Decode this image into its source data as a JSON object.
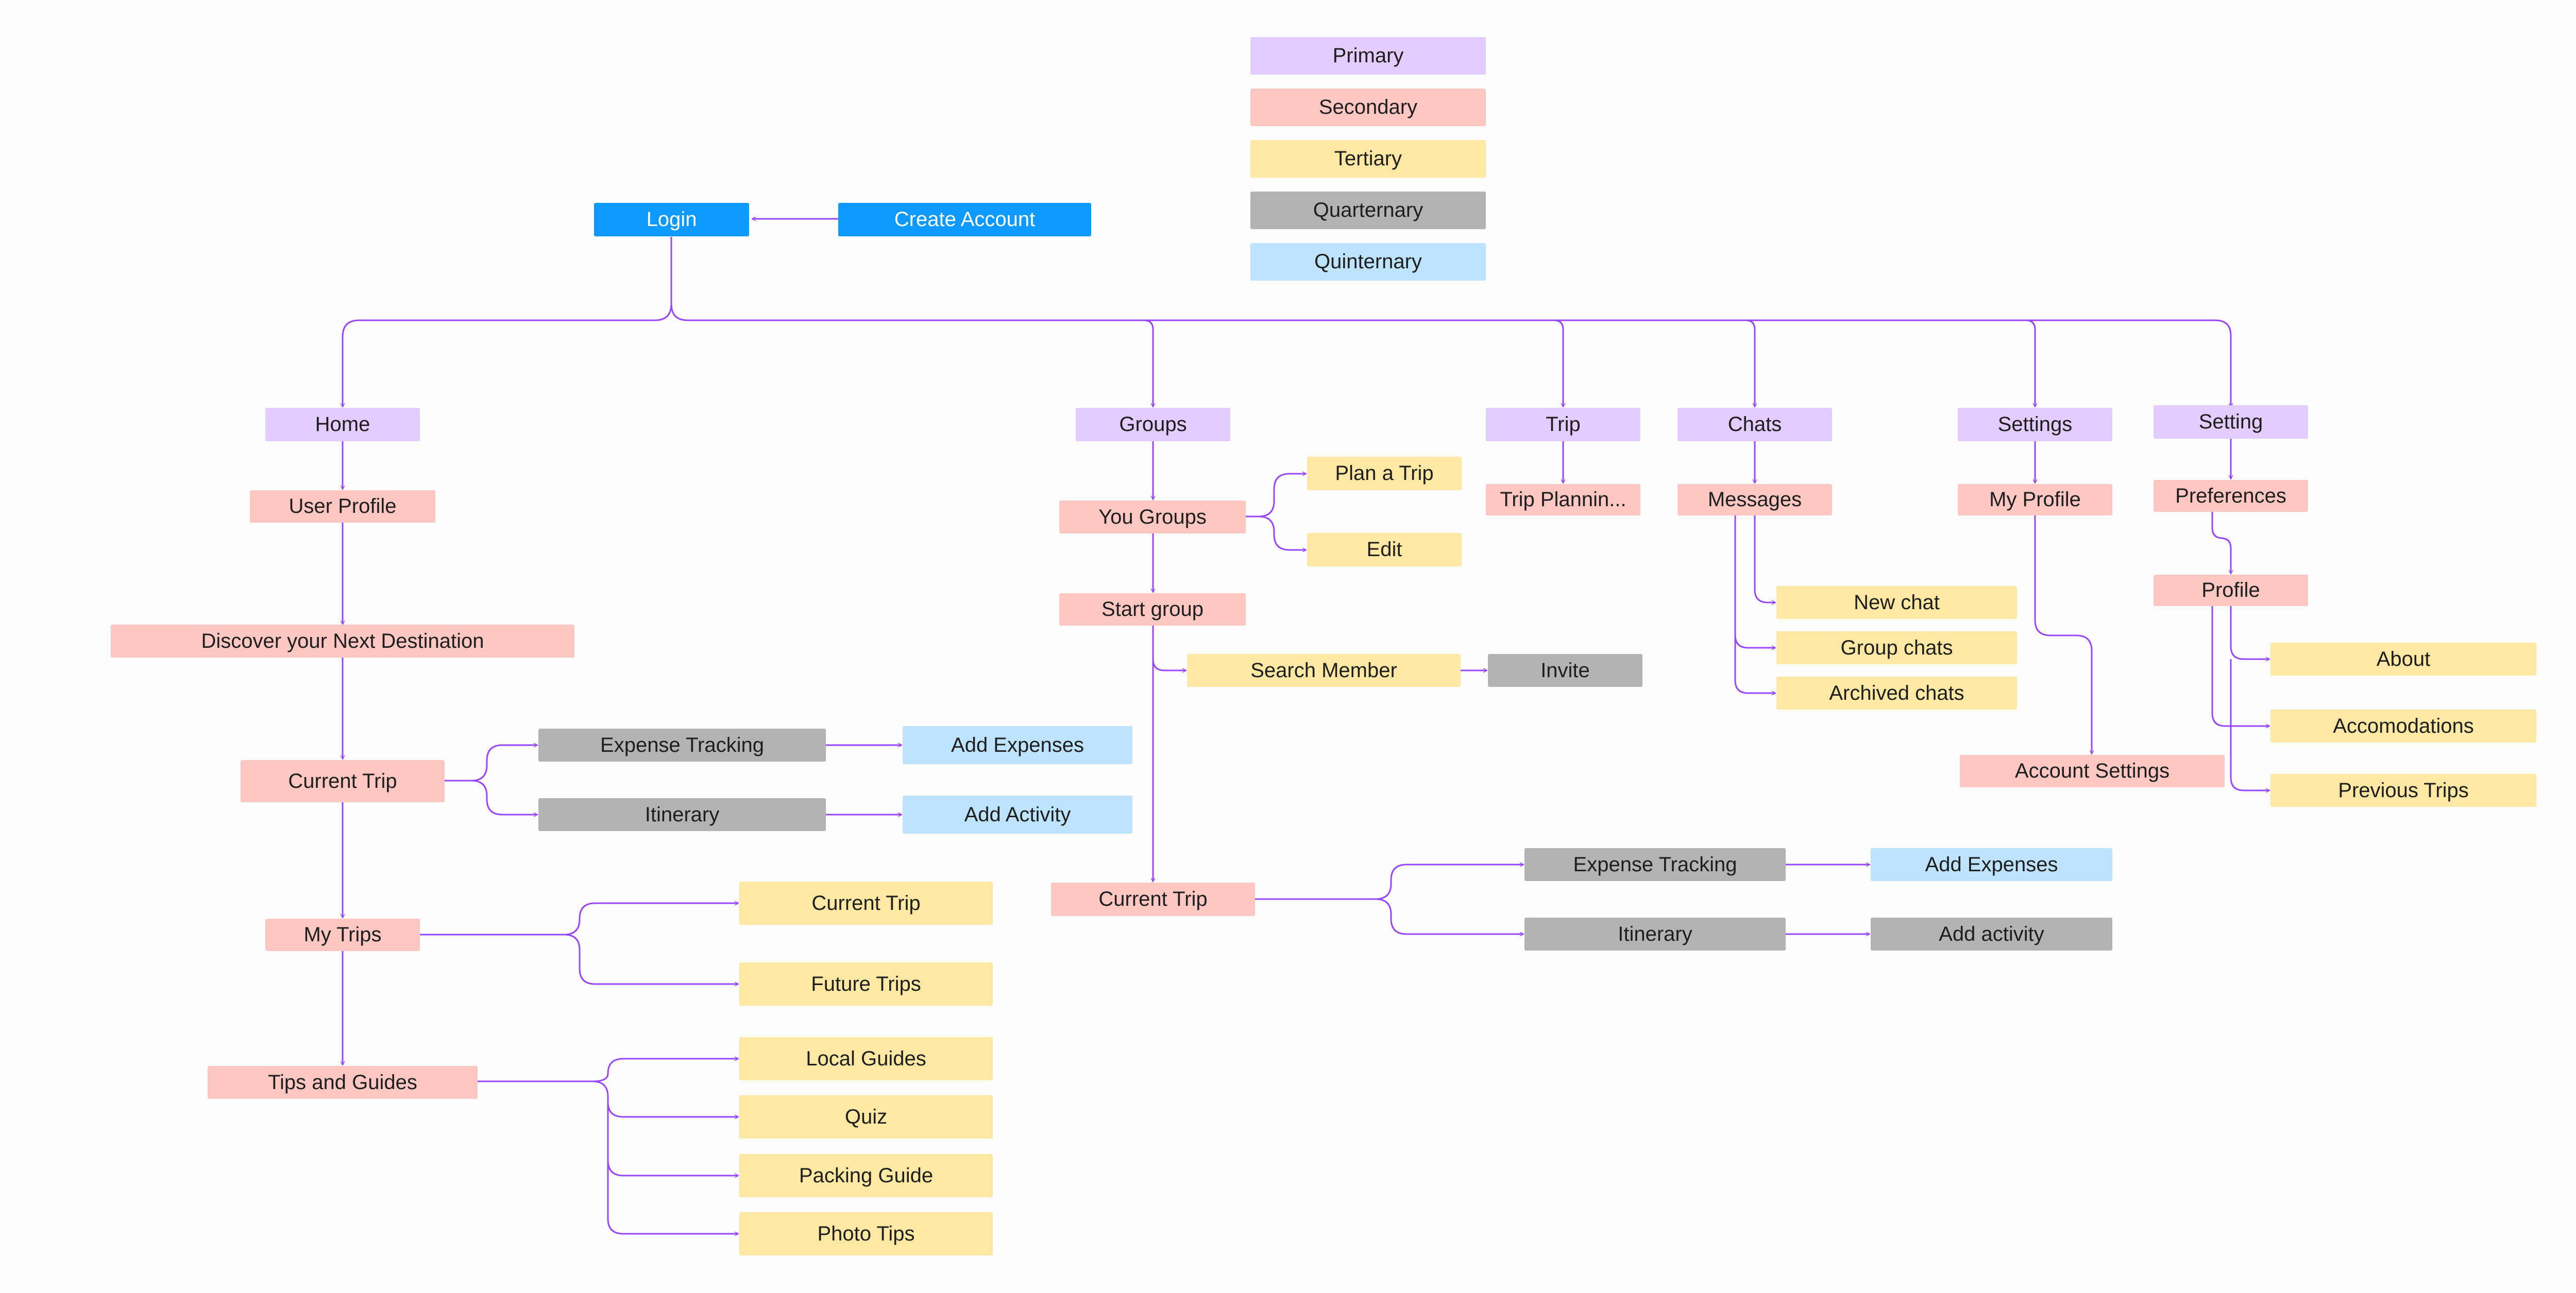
{
  "colors": {
    "primary": "#e3ccff",
    "secondary": "#ffc7c2",
    "tertiary": "#ffe8a3",
    "quaternary": "#b3b3b3",
    "quinary": "#bde3ff",
    "auth": "#0d99ff",
    "connector": "#9747ff"
  },
  "legend": {
    "primary": "Primary",
    "secondary": "Secondary",
    "tertiary": "Tertiary",
    "quaternary": "Quarternary",
    "quinary": "Quinternary"
  },
  "auth": {
    "login": "Login",
    "create_account": "Create Account"
  },
  "home": {
    "title": "Home",
    "user_profile": "User Profile",
    "discover": "Discover your Next Destination",
    "current_trip": "Current Trip",
    "expense_tracking": "Expense Tracking",
    "add_expenses": "Add Expenses",
    "itinerary": "Itinerary",
    "add_activity": "Add Activity",
    "my_trips": "My Trips",
    "trips_current": "Current Trip",
    "trips_future": "Future Trips",
    "tips_guides": "Tips and Guides",
    "local_guides": "Local Guides",
    "quiz": "Quiz",
    "packing_guide": "Packing Guide",
    "photo_tips": "Photo Tips"
  },
  "groups": {
    "title": "Groups",
    "your_groups": "You Groups",
    "plan_trip": "Plan a Trip",
    "edit": "Edit",
    "start_group": "Start group",
    "search_member": "Search Member",
    "invite": "Invite",
    "current_trip": "Current Trip",
    "expense_tracking": "Expense Tracking",
    "add_expenses": "Add Expenses",
    "itinerary": "Itinerary",
    "add_activity": "Add activity"
  },
  "trip": {
    "title": "Trip",
    "planning": "Trip Plannin..."
  },
  "chats": {
    "title": "Chats",
    "messages": "Messages",
    "new_chat": "New chat",
    "group_chats": "Group chats",
    "archived_chats": "Archived chats"
  },
  "settings": {
    "title": "Settings",
    "my_profile": "My Profile",
    "account_settings": "Account Settings"
  },
  "setting": {
    "title": "Setting",
    "preferences": "Preferences",
    "profile": "Profile",
    "about": "About",
    "accomodations": "Accomodations",
    "previous_trips": "Previous Trips"
  }
}
